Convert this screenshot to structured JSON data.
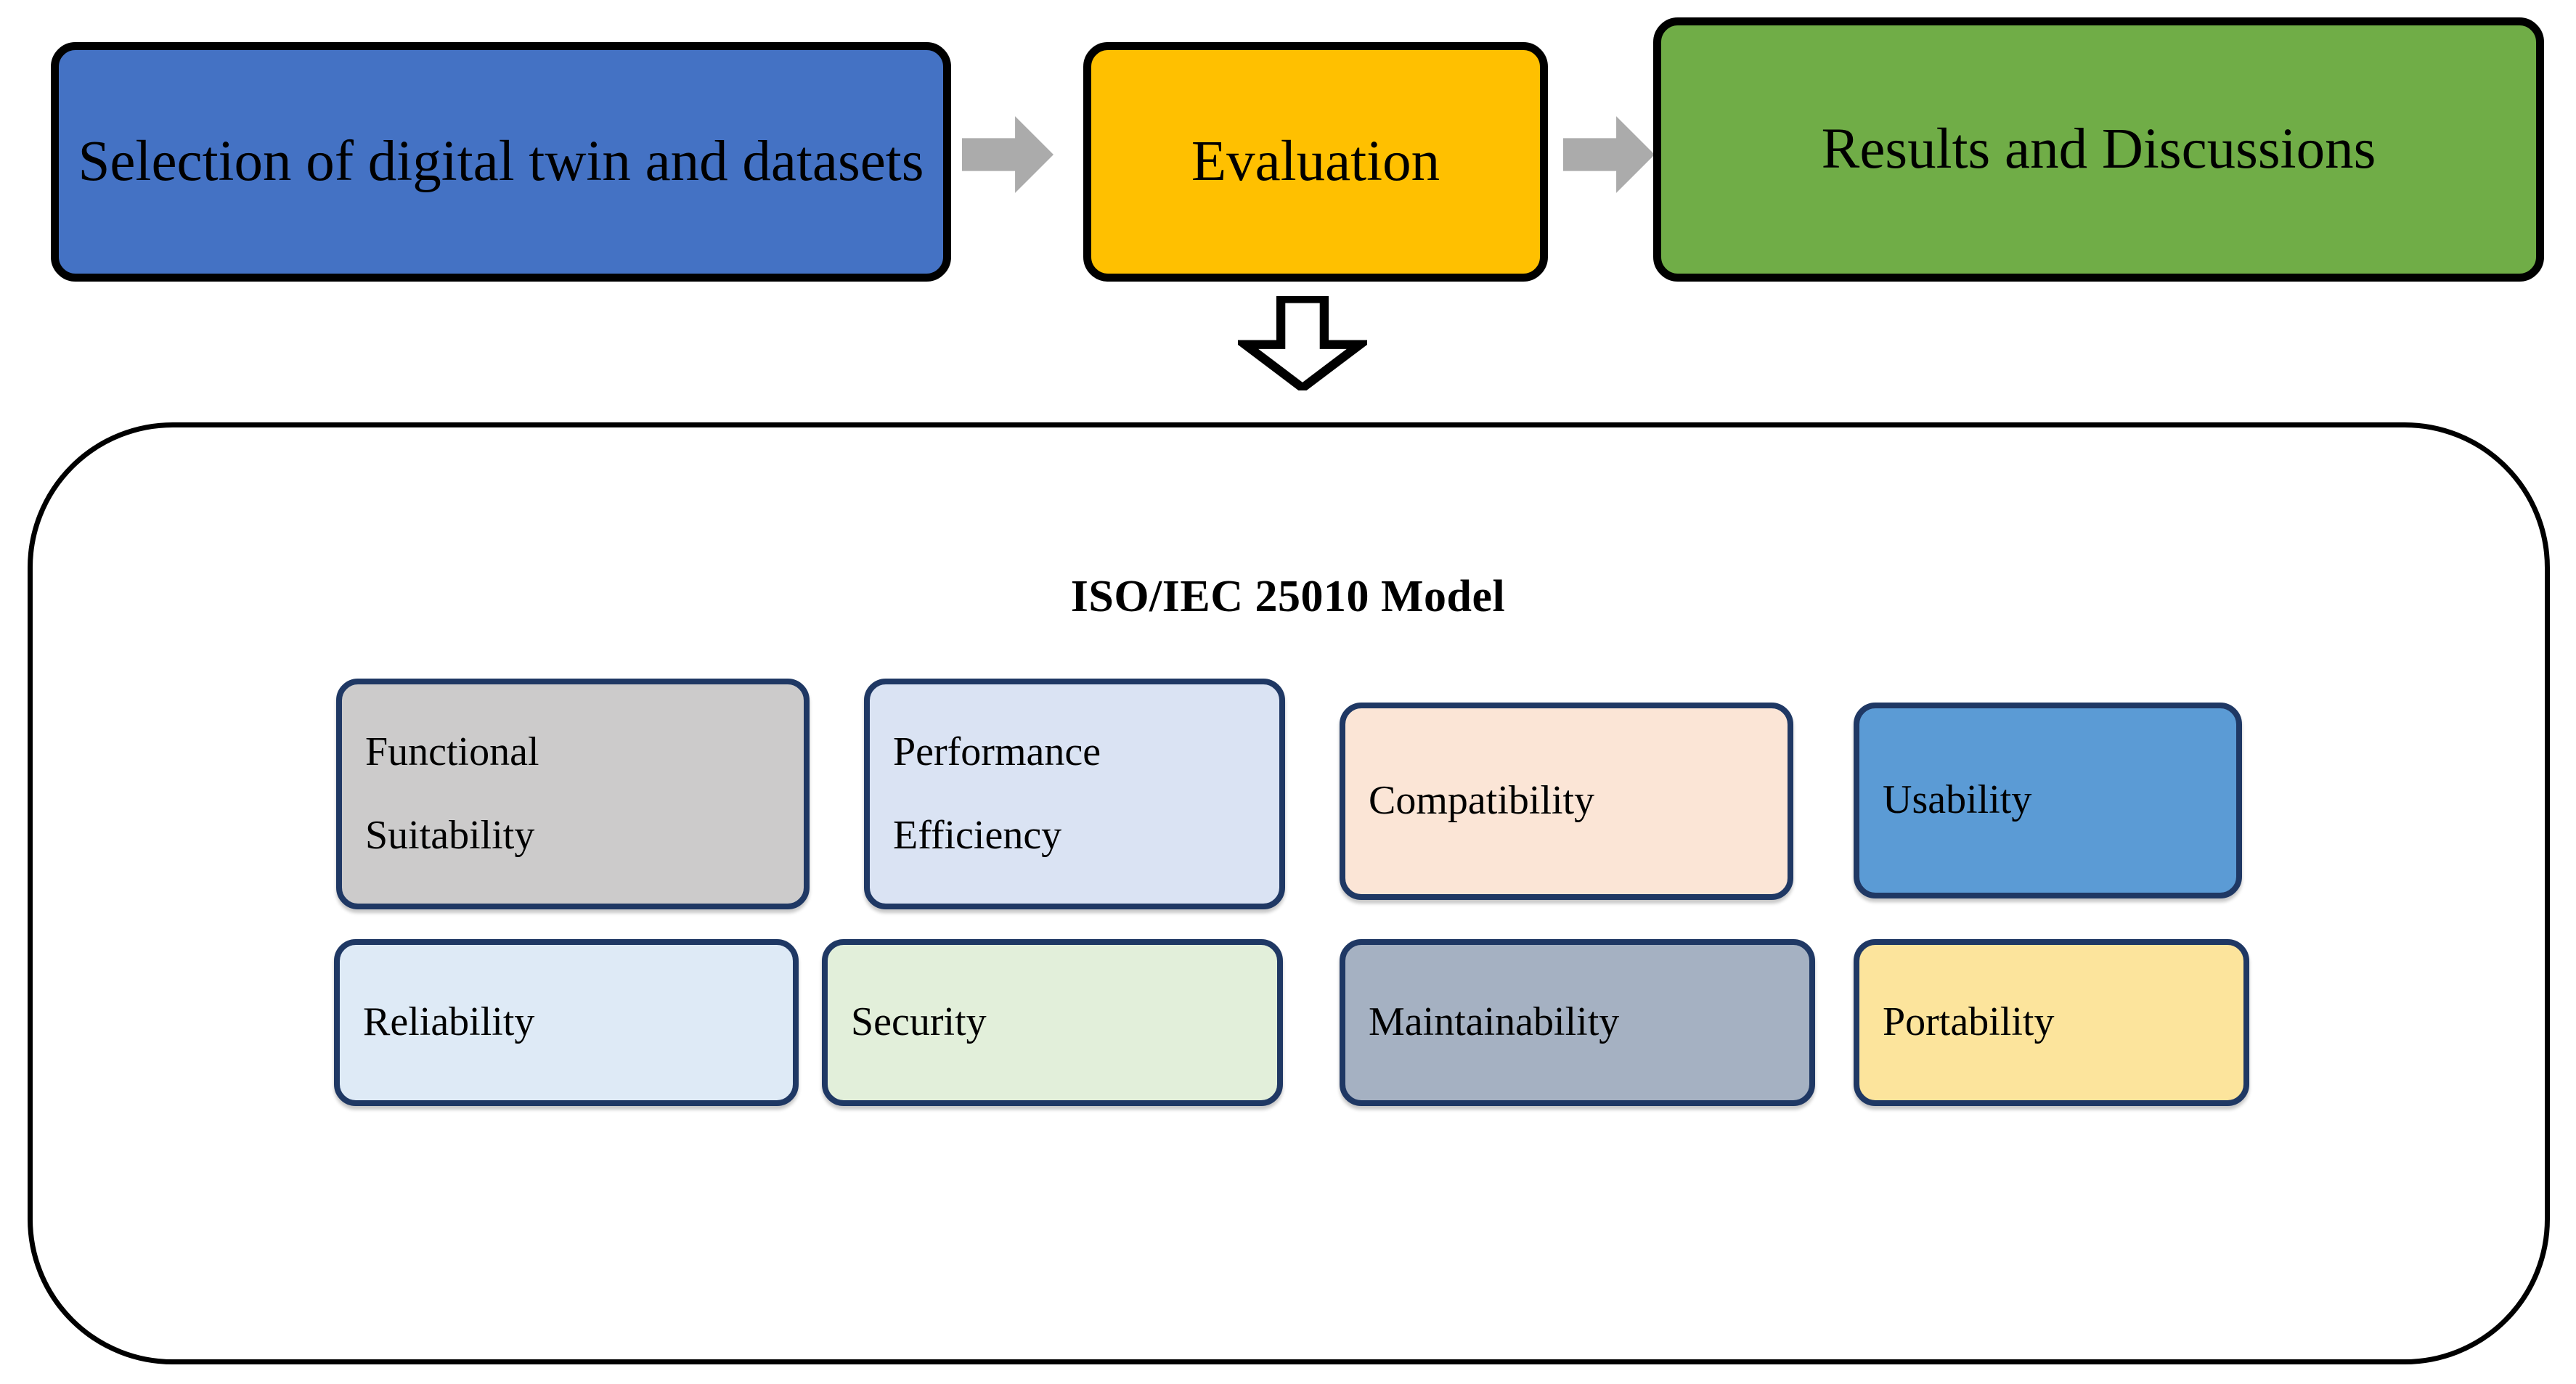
{
  "pipeline": {
    "steps": [
      {
        "id": "selection",
        "label": "Selection of digital twin\nand datasets",
        "color": "#4472C4"
      },
      {
        "id": "evaluation",
        "label": "Evaluation",
        "color": "#FFC000"
      },
      {
        "id": "results",
        "label": "Results and Discussions",
        "color": "#70AD47"
      }
    ],
    "connectors": [
      {
        "id": "arrow-1",
        "icon": "arrow-right-icon",
        "color": "#ABABAB"
      },
      {
        "id": "arrow-2",
        "icon": "arrow-right-icon",
        "color": "#ABABAB"
      },
      {
        "id": "arrow-down",
        "icon": "arrow-down-icon",
        "color": "#000000"
      }
    ]
  },
  "iso_model": {
    "title": "ISO/IEC 25010 Model",
    "border_color": "#000000",
    "card_border_color": "#1F3864",
    "rows": [
      [
        {
          "id": "functional-suitability",
          "label": "Functional\nSuitability",
          "color": "#CCCBCB"
        },
        {
          "id": "performance-efficiency",
          "label": "Performance\nEfficiency",
          "color": "#DAE3F3"
        },
        {
          "id": "compatibility",
          "label": "Compatibility",
          "color": "#FBE5D6"
        },
        {
          "id": "usability",
          "label": "Usability",
          "color": "#5B9BD5"
        }
      ],
      [
        {
          "id": "reliability",
          "label": "Reliability",
          "color": "#DEEAF6"
        },
        {
          "id": "security",
          "label": "Security",
          "color": "#E2EFDA"
        },
        {
          "id": "maintainability",
          "label": "Maintainability",
          "color": "#A5B1C2"
        },
        {
          "id": "portability",
          "label": "Portability",
          "color": "#FCE49C"
        }
      ]
    ]
  }
}
